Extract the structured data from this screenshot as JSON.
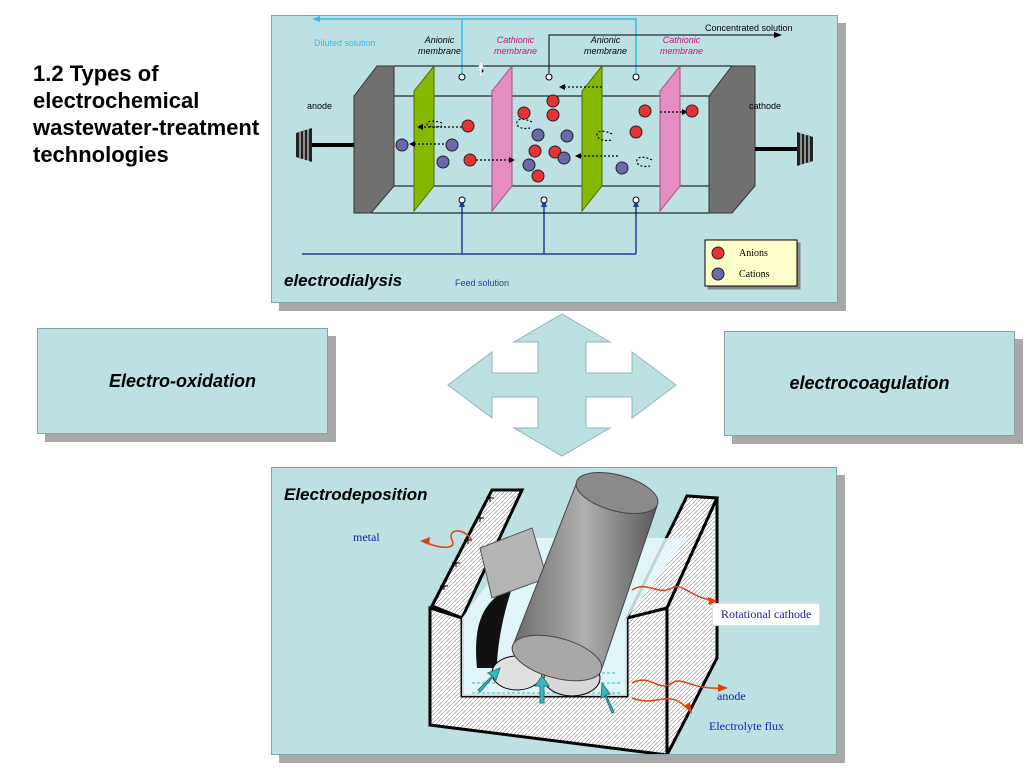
{
  "slide_title": "1.2 Types of electrochemical wastewater-treatment technologies",
  "electrodialysis": {
    "title": "electrodialysis",
    "diluted_solution": "Diluted solution",
    "concentrated_solution": "Concentrated solution",
    "feed_solution": "Feed solution",
    "anode": "anode",
    "cathode": "cathode",
    "membranes": [
      {
        "line1": "Anionic",
        "line2": "membrane",
        "color": "#000000"
      },
      {
        "line1": "Cathionic",
        "line2": "membrane",
        "color": "#cc1177"
      },
      {
        "line1": "Anionic",
        "line2": "membrane",
        "color": "#000000"
      },
      {
        "line1": "Cathionic",
        "line2": "membrane",
        "color": "#cc1177"
      }
    ],
    "legend": {
      "anions": "Anions",
      "cations": "Cations"
    },
    "colors": {
      "anionic_membrane": "#86b800",
      "cathionic_membrane": "#e58cc0",
      "electrode": "#707070",
      "diluted_line": "#33bbee",
      "feed_line": "#1f3fa0",
      "anion": "#e63333",
      "cation": "#6a6aaa"
    }
  },
  "electro_oxidation": "Electro-oxidation",
  "electrocoagulation": "electrocoagulation",
  "electrodeposition": {
    "title": "Electrodeposition",
    "metal": "metal",
    "rotational_cathode": "Rotational cathode",
    "anode": "anode",
    "electrolyte_flux": "Electrolyte flux",
    "colors": {
      "label_text": "#1a1aa8",
      "arrow": "#e04010",
      "flux_arrow": "#3ab8c0"
    }
  },
  "arrows_icon": "four-way-arrow-icon"
}
